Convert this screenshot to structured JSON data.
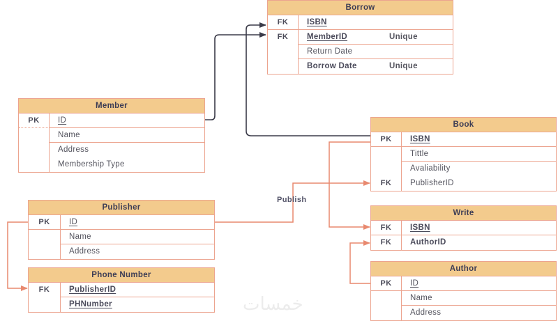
{
  "diagram": {
    "entities": {
      "borrow": {
        "title": "Borrow",
        "rows": [
          {
            "key": "FK",
            "field": "ISBN"
          },
          {
            "key": "FK",
            "field": "MemberID",
            "note": "Unique"
          },
          {
            "key": "",
            "field": "Return Date"
          },
          {
            "key": "",
            "field": "Borrow Date",
            "note": "Unique"
          }
        ]
      },
      "member": {
        "title": "Member",
        "rows": [
          {
            "key": "PK",
            "field": "ID"
          },
          {
            "key": "",
            "field": "Name"
          },
          {
            "key": "",
            "field": "Address"
          },
          {
            "key": "",
            "field": "Membership Type"
          }
        ]
      },
      "book": {
        "title": "Book",
        "rows": [
          {
            "key": "PK",
            "field": "ISBN"
          },
          {
            "key": "",
            "field": "Tittle"
          },
          {
            "key": "",
            "field": "Avaliability"
          },
          {
            "key": "FK",
            "field": "PublisherID"
          }
        ]
      },
      "write": {
        "title": "Write",
        "rows": [
          {
            "key": "FK",
            "field": "ISBN"
          },
          {
            "key": "FK",
            "field": "AuthorID"
          }
        ]
      },
      "author": {
        "title": "Author",
        "rows": [
          {
            "key": "PK",
            "field": "ID"
          },
          {
            "key": "",
            "field": "Name"
          },
          {
            "key": "",
            "field": "Address"
          }
        ]
      },
      "publisher": {
        "title": "Publisher",
        "rows": [
          {
            "key": "PK",
            "field": "ID"
          },
          {
            "key": "",
            "field": "Name"
          },
          {
            "key": "",
            "field": "Address"
          }
        ]
      },
      "phone_number": {
        "title": "Phone Number",
        "rows": [
          {
            "key": "FK",
            "field": "PublisherID"
          },
          {
            "key": "",
            "field": "PHNumber"
          }
        ]
      }
    },
    "relationships": [
      {
        "from": "Member.ID",
        "to": "Borrow.MemberID",
        "label": ""
      },
      {
        "from": "Book.ISBN",
        "to": "Borrow.ISBN",
        "label": ""
      },
      {
        "from": "Publisher.ID",
        "to": "Book.PublisherID",
        "label": "Publish"
      },
      {
        "from": "Book.ISBN",
        "to": "Write.ISBN",
        "label": ""
      },
      {
        "from": "Author.ID",
        "to": "Write.AuthorID",
        "label": ""
      },
      {
        "from": "Publisher.ID",
        "to": "Phone Number.PublisherID",
        "label": ""
      }
    ],
    "colors": {
      "header_fill": "#f3cb8d",
      "border": "#eca48f",
      "orange_connector": "#e8896f",
      "dark_connector": "#3a3a48"
    },
    "watermark": "خمسات"
  }
}
